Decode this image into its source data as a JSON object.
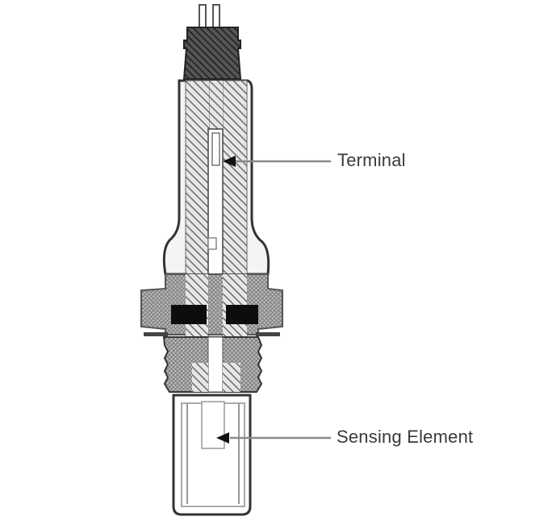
{
  "diagram": {
    "subject": "Oxygen sensor cross-section",
    "labels": [
      {
        "text": "Terminal",
        "points_to": "terminal"
      },
      {
        "text": "Sensing Element",
        "points_to": "sensing-element"
      }
    ]
  },
  "colors": {
    "background": "#ffffff",
    "outline": "#3a3a3a",
    "hatch": "#7a7a7a",
    "dark_fill": "#111111",
    "leader_line": "#8a8a8a"
  }
}
